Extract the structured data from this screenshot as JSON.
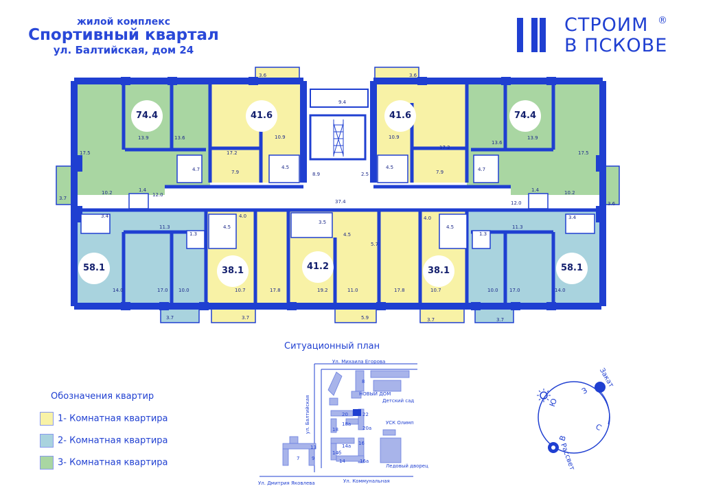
{
  "header": {
    "subtitle": "жилой комплекс",
    "title": "Спортивный квартал",
    "address": "ул. Балтийская, дом 24"
  },
  "logo": {
    "line1": "СТРОИМ",
    "line2": "В ПСКОВЕ",
    "mark": "®"
  },
  "colors": {
    "wall": "#1f3fd1",
    "one_room": "#f8f2a6",
    "two_room": "#a9d3de",
    "three_room": "#a9d6a2",
    "common": "#ffffff"
  },
  "apartments": {
    "top_left_3": "74.4",
    "top_left_1": "41.6",
    "top_right_1": "41.6",
    "top_right_3": "74.4",
    "bot_left_2": "58.1",
    "bot_left_1": "38.1",
    "bot_center_1": "41.2",
    "bot_right_1": "38.1",
    "bot_right_2": "58.1"
  },
  "rooms": {
    "r1": "3.6",
    "r2": "3.6",
    "r3": "9.4",
    "r4": "13.9",
    "r5": "13.6",
    "r6": "13.6",
    "r7": "13.9",
    "r8": "17.5",
    "r9": "17.5",
    "r10": "17.2",
    "r11": "17.2",
    "r12": "10.9",
    "r13": "10.9",
    "r14": "7.9",
    "r15": "7.9",
    "r16": "4.5",
    "r17": "4.5",
    "r18": "8.9",
    "r19": "2.5",
    "r20": "4.7",
    "r21": "4.7",
    "r22": "10.2",
    "r23": "10.2",
    "r24": "12.0",
    "r25": "12.0",
    "r26": "1.4",
    "r27": "1.4",
    "r28": "3.7",
    "r29": "3.6",
    "r30": "37.4",
    "r31": "3.4",
    "r32": "3.4",
    "r33": "11.3",
    "r34": "11.3",
    "r35": "4.0",
    "r36": "4.0",
    "r37": "3.5",
    "r38": "4.5",
    "r39": "4.5",
    "r40": "4.5",
    "r41": "1.3",
    "r42": "1.3",
    "r43": "5.7",
    "r44": "14.0",
    "r45": "17.0",
    "r46": "10.0",
    "r47": "10.7",
    "r48": "17.8",
    "r49": "19.2",
    "r50": "11.0",
    "r51": "17.8",
    "r52": "10.7",
    "r53": "10.0",
    "r54": "17.0",
    "r55": "14.0",
    "r56": "3.7",
    "r57": "3.7",
    "r58": "5.9",
    "r59": "3.7",
    "r60": "3.7"
  },
  "legend": {
    "title": "Обозначения квартир",
    "items": [
      {
        "label": "1- Комнатная квартира",
        "color": "#f8f2a6"
      },
      {
        "label": "2- Комнатная квартира",
        "color": "#a9d3de"
      },
      {
        "label": "3- Комнатная квартира",
        "color": "#a9d6a2"
      }
    ]
  },
  "situation": {
    "title": "Ситуационный план",
    "street_top": "Ул. Михаила Егорова",
    "street_left": "ул. Балтийская",
    "street_bottom_left": "Ул. Дмитрия Яковлева",
    "street_bottom_right": "Ул. Коммунальная",
    "new_house": "НОВЫЙ ДОМ",
    "kindergarten": "Детский сад",
    "usk": "УСК Олимп",
    "ice_palace": "Ледовый дворец",
    "numbers": [
      "8",
      "20",
      "22",
      "18а",
      "20а",
      "18",
      "14а",
      "16",
      "14б",
      "14",
      "16а",
      "7",
      "9",
      "13"
    ]
  },
  "compass": {
    "west": "З",
    "south": "Ю",
    "north": "С",
    "east": "В",
    "sunset": "Закат",
    "sunrise": "Рассвет"
  }
}
